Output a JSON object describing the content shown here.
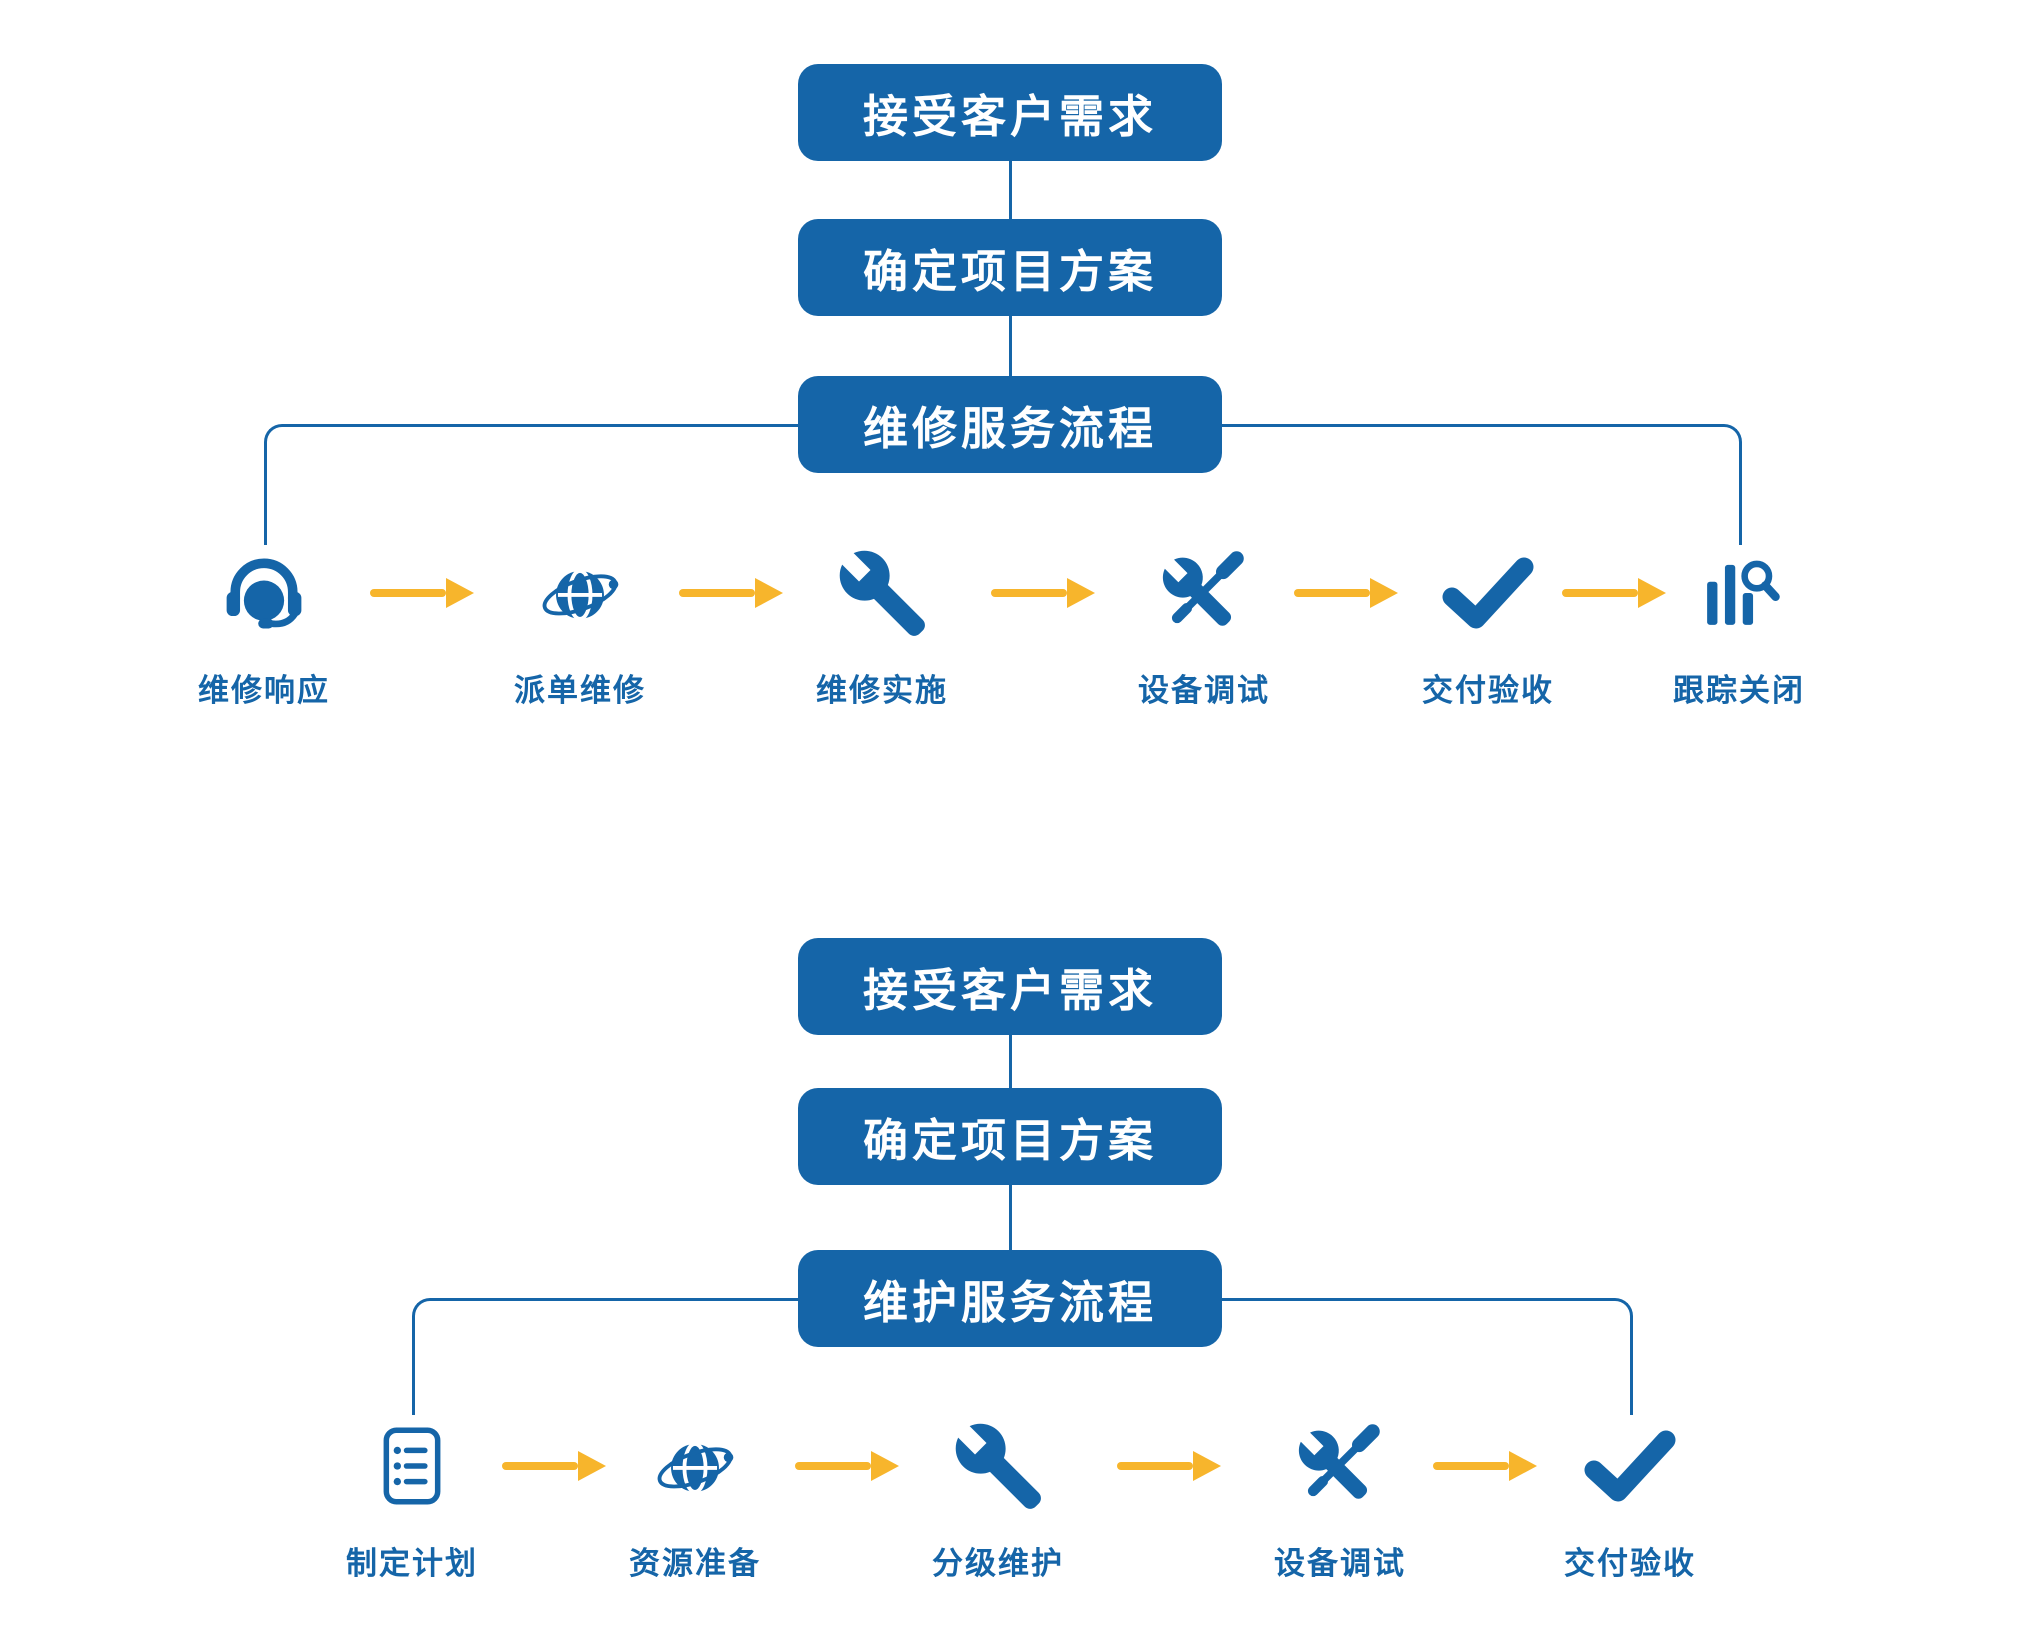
{
  "colors": {
    "primary": "#1565a8",
    "arrow": "#f7b52c",
    "background": "#ffffff"
  },
  "flows": [
    {
      "id": "repair",
      "header_boxes": [
        {
          "label": "接受客户需求"
        },
        {
          "label": "确定项目方案"
        },
        {
          "label": "维修服务流程"
        }
      ],
      "steps": [
        {
          "label": "维修响应",
          "icon": "headset-icon"
        },
        {
          "label": "派单维修",
          "icon": "globe-icon"
        },
        {
          "label": "维修实施",
          "icon": "wrench-icon"
        },
        {
          "label": "设备调试",
          "icon": "crossed-tools-icon"
        },
        {
          "label": "交付验收",
          "icon": "checkmark-icon"
        },
        {
          "label": "跟踪关闭",
          "icon": "chart-magnifier-icon"
        }
      ]
    },
    {
      "id": "maintenance",
      "header_boxes": [
        {
          "label": "接受客户需求"
        },
        {
          "label": "确定项目方案"
        },
        {
          "label": "维护服务流程"
        }
      ],
      "steps": [
        {
          "label": "制定计划",
          "icon": "checklist-icon"
        },
        {
          "label": "资源准备",
          "icon": "globe-icon"
        },
        {
          "label": "分级维护",
          "icon": "wrench-icon"
        },
        {
          "label": "设备调试",
          "icon": "crossed-tools-icon"
        },
        {
          "label": "交付验收",
          "icon": "checkmark-icon"
        }
      ]
    }
  ]
}
